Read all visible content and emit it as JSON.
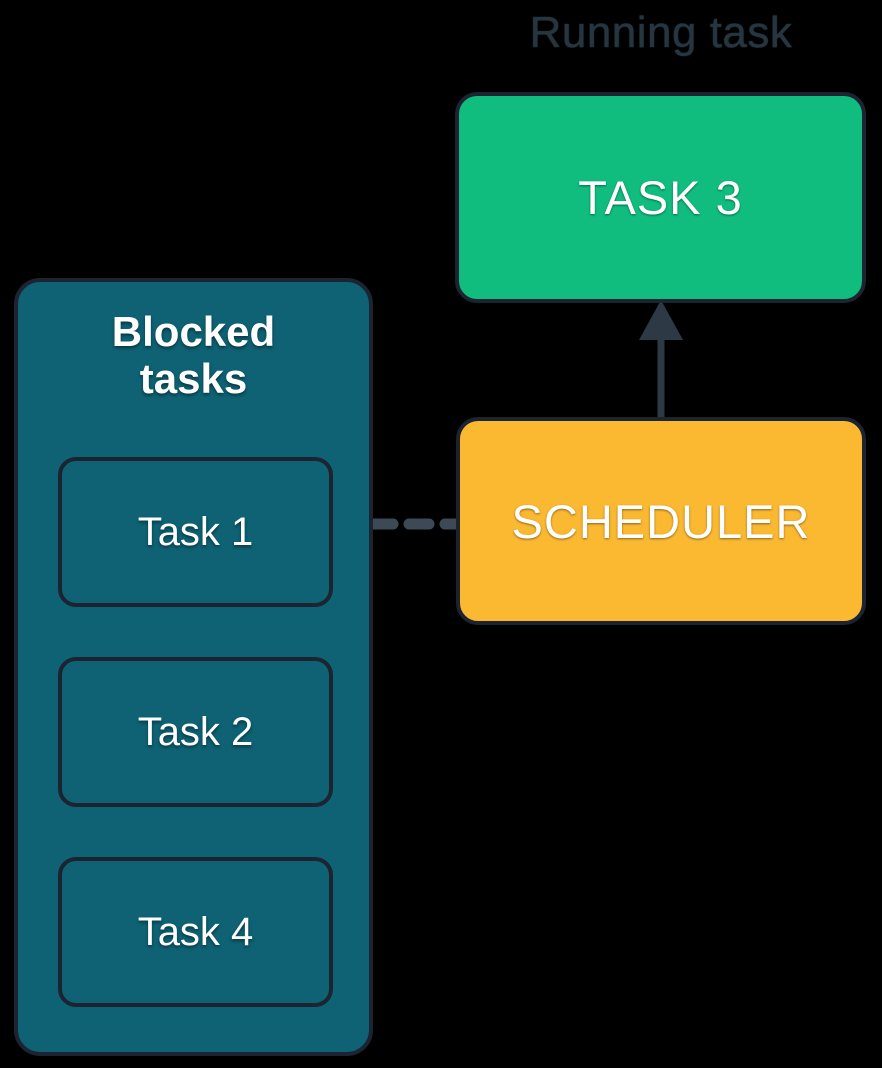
{
  "diagram": {
    "title": "Running task",
    "running_task": {
      "label": "TASK 3",
      "color": "#10bd7f"
    },
    "scheduler": {
      "label": "SCHEDULER",
      "color": "#fbb831"
    },
    "blocked": {
      "title_line1": "Blocked",
      "title_line2": "tasks",
      "color": "#0e6274",
      "tasks": [
        {
          "label": "Task 1"
        },
        {
          "label": "Task 2"
        },
        {
          "label": "Task 4"
        }
      ]
    },
    "connectors": {
      "scheduler_to_running": {
        "style": "solid-arrow",
        "color": "#2d3a45"
      },
      "scheduler_to_blocked": {
        "style": "dashed",
        "color": "#3d4a55"
      }
    },
    "background_color": "#000000",
    "border_color": "#1b2430",
    "text_color": "#ffffff",
    "title_color": "#273540"
  }
}
